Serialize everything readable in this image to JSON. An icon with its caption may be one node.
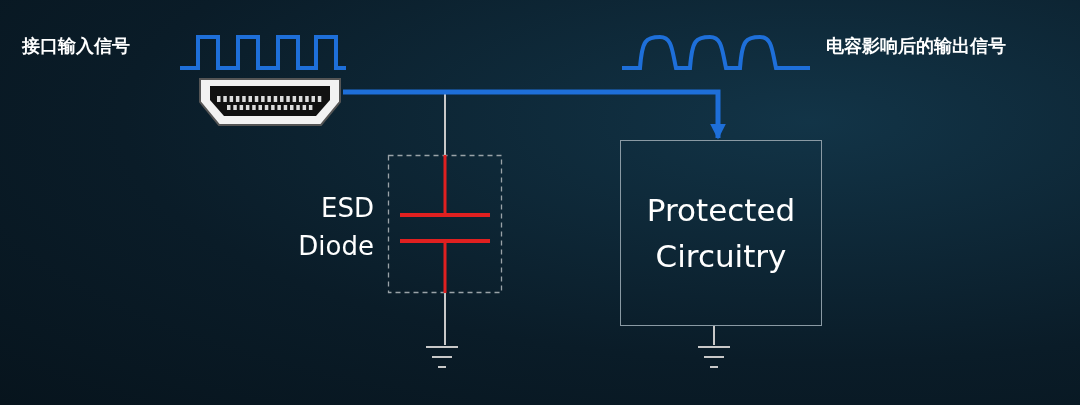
{
  "diagram": {
    "nodes": [
      {
        "text": [],
        "shape": "picture"
      },
      {
        "text": [],
        "shape": "box",
        "beside": [
          "ESD Diode"
        ]
      },
      {
        "text": [
          "Protected Circuitry"
        ]
      },
      {
        "text": [],
        "shape": "ground"
      },
      {
        "text": [],
        "shape": "ground"
      }
    ],
    "edges": [
      {
        "from": 0,
        "to": 2,
        "arrow": "to",
        "style": "thick",
        "color": "#1e6fd9"
      },
      {
        "from": 0,
        "to": 1,
        "arrow": "none"
      },
      {
        "from": 1,
        "to": 3,
        "arrow": "none"
      },
      {
        "from": 2,
        "to": 4,
        "arrow": "none"
      }
    ],
    "labels": [
      "接口输入信号",
      "电容影响后的输出信号"
    ]
  }
}
